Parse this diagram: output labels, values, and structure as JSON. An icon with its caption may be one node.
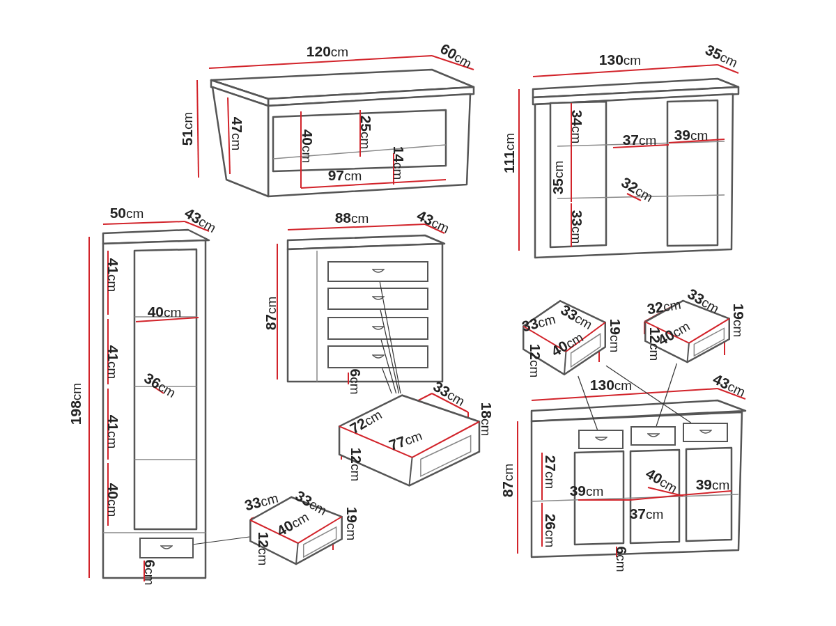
{
  "diagram": {
    "nodes": [
      {
        "text": [],
        "shape": "box"
      },
      {
        "text": [],
        "shape": "box"
      },
      {
        "text": [],
        "shape": "box"
      },
      {
        "text": [],
        "shape": "box"
      },
      {
        "text": [],
        "shape": "picture"
      },
      {
        "text": [],
        "shape": "box"
      },
      {
        "text": [],
        "shape": "box"
      },
      {
        "text": [],
        "shape": "box"
      },
      {
        "text": [],
        "shape": "picture"
      },
      {
        "text": [],
        "shape": "picture"
      },
      {
        "text": [],
        "shape": "box"
      },
      {
        "text": [],
        "shape": "picture"
      }
    ],
    "edges": [
      {
        "from": 0,
        "to": 4,
        "arrow": "none"
      },
      {
        "from": 1,
        "to": 4,
        "arrow": "none"
      },
      {
        "from": 2,
        "to": 4,
        "arrow": "none"
      },
      {
        "from": 3,
        "to": 4,
        "arrow": "none"
      },
      {
        "from": 8,
        "to": 5,
        "arrow": "none"
      },
      {
        "from": 8,
        "to": 7,
        "arrow": "none"
      },
      {
        "from": 9,
        "to": 6,
        "arrow": "none"
      },
      {
        "from": 11,
        "to": 10,
        "arrow": "none"
      }
    ],
    "labels": [
      "**120**cm",
      "**60**cm",
      "**51**cm",
      "**47**cm",
      "**40**cm",
      "**25**cm",
      "**14**cm",
      "**97**cm",
      "**130**cm",
      "**35**cm",
      "**111**cm",
      "**34**cm",
      "**37**cm",
      "**39**cm",
      "**35**cm",
      "**32**cm",
      "**33**cm",
      "**50**cm",
      "**43**cm",
      "**198**cm",
      "**41**cm",
      "**40**cm",
      "**41**cm",
      "**36**cm",
      "**41**cm",
      "**40**cm",
      "**6**cm",
      "**88**cm",
      "**43**cm",
      "**87**cm",
      "**6**cm",
      "**72**cm",
      "**33**cm",
      "**18**cm",
      "**77**cm",
      "**12**cm",
      "**33**cm",
      "**33**cm",
      "**19**cm",
      "**40**cm",
      "**12**cm",
      "**32**cm",
      "**33**cm",
      "**19**cm",
      "**40**cm",
      "**12**cm",
      "**130**cm",
      "**43**cm",
      "**87**cm",
      "**27**cm",
      "**39**cm",
      "**40**cm",
      "**39**cm",
      "**37**cm",
      "**26**cm",
      "**6**cm",
      "**33**cm",
      "**33**cm",
      "**19**cm",
      "**40**cm",
      "**12**cm"
    ]
  }
}
